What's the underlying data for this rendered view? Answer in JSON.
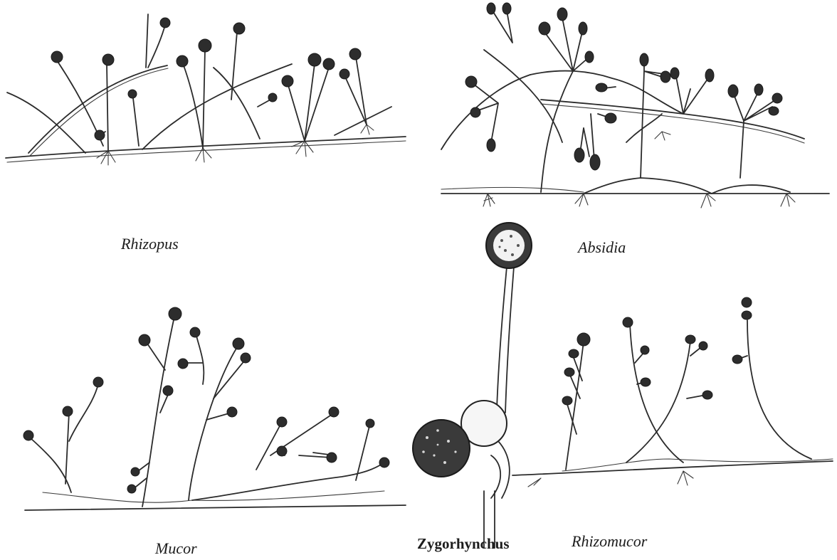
{
  "figure": {
    "labels": {
      "rhizopus": "Rhizopus",
      "absidia": "Absidia",
      "mucor": "Mucor",
      "zygorhynchus": "Zygorhynchus",
      "rhizomucor": "Rhizomucor"
    },
    "colors": {
      "ink": "#2b2b2b",
      "sporangium": "#2d2d2d",
      "background": "#ffffff"
    }
  }
}
